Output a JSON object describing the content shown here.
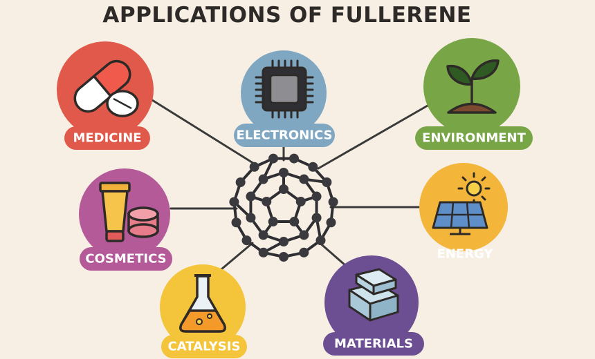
{
  "title": "APPLICATIONS OF FULLERENE",
  "center": {
    "icon": "fullerene-molecule-icon"
  },
  "applications": [
    {
      "key": "medicine",
      "label": "MEDICINE",
      "icon": "pill-capsule-icon",
      "color": "#e0594a"
    },
    {
      "key": "electronics",
      "label": "ELECTRONICS",
      "icon": "microchip-icon",
      "color": "#7fa7c2"
    },
    {
      "key": "environment",
      "label": "ENVIRONMENT",
      "icon": "seedling-icon",
      "color": "#78a647"
    },
    {
      "key": "cosmetics",
      "label": "COSMETICS",
      "icon": "cream-tube-icon",
      "color": "#b45a98"
    },
    {
      "key": "energy",
      "label": "ENERGY",
      "icon": "solar-panel-icon",
      "color": "#f3b53a"
    },
    {
      "key": "catalysis",
      "label": "CATALYSIS",
      "icon": "flask-icon",
      "color": "#f4c43a"
    },
    {
      "key": "materials",
      "label": "MATERIALS",
      "icon": "metal-ingots-icon",
      "color": "#6c4f93"
    }
  ]
}
